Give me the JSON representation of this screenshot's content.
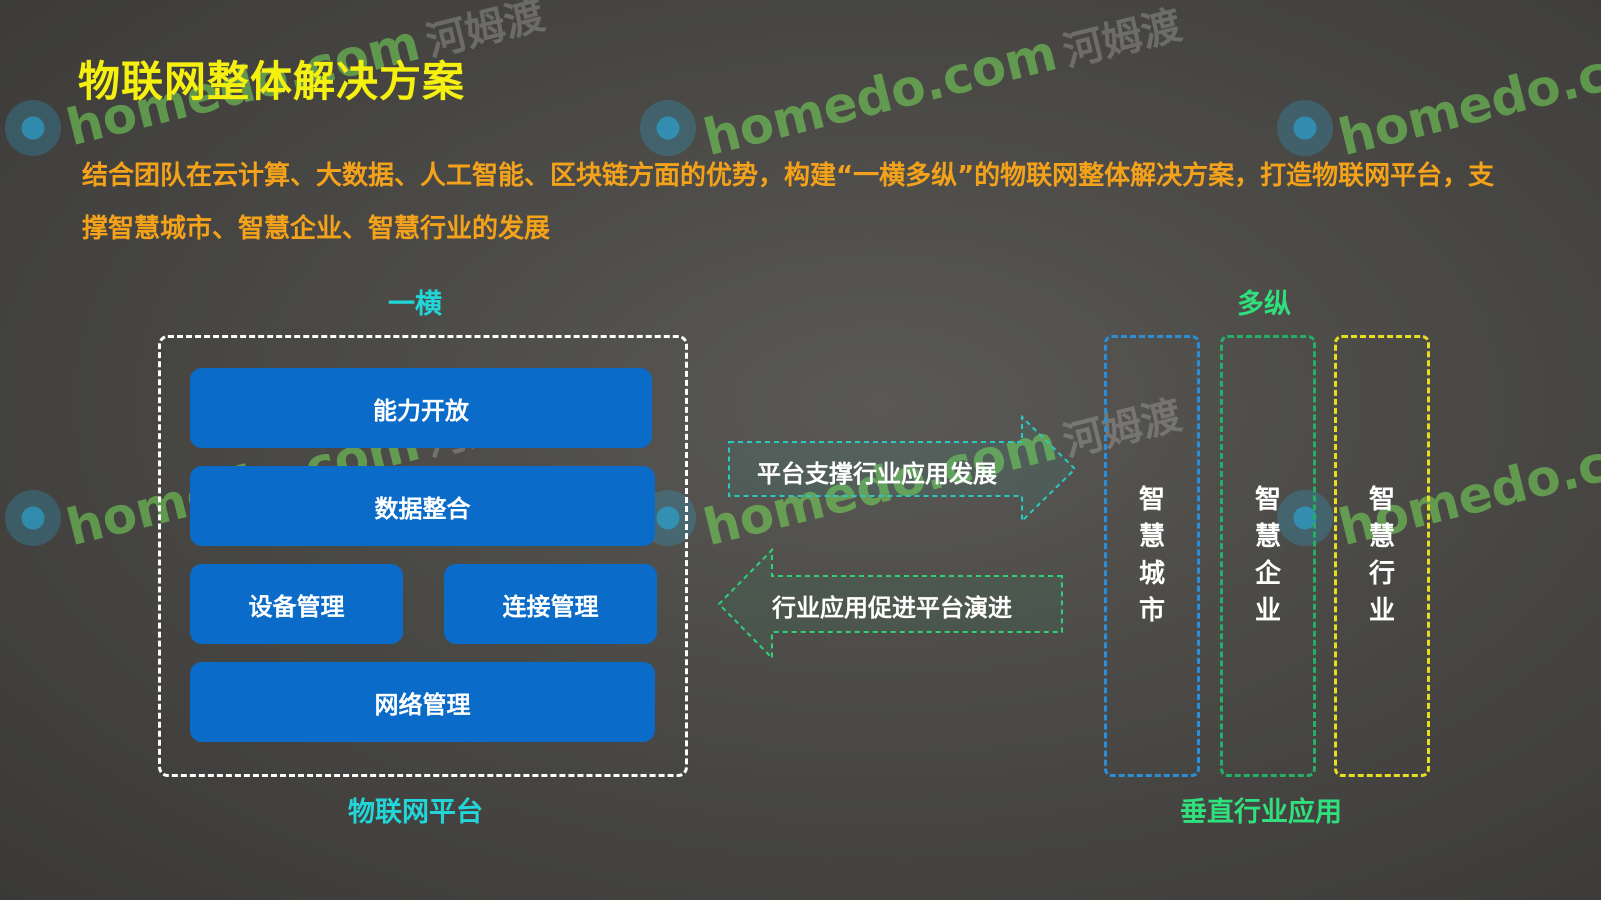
{
  "title": "物联网整体解决方案",
  "description": "结合团队在云计算、大数据、人工智能、区块链方面的优势，构建“一横多纵”的物联网整体解决方案，打造物联网平台，支撑智慧城市、智慧企业、智慧行业的发展",
  "left_section": {
    "heading": "一横",
    "caption": "物联网平台",
    "blocks": {
      "capability_open": "能力开放",
      "data_integration": "数据整合",
      "device_management": "设备管理",
      "connection_management": "连接管理",
      "network_management": "网络管理"
    }
  },
  "right_section": {
    "heading": "多纵",
    "caption": "垂直行业应用",
    "columns": [
      {
        "label": "智慧城市",
        "color": "#2a8fd8"
      },
      {
        "label": "智慧企业",
        "color": "#23b066"
      },
      {
        "label": "智慧行业",
        "color": "#e8de1f"
      }
    ]
  },
  "arrows": {
    "right_arrow_label": "平台支撑行业应用发展",
    "left_arrow_label": "行业应用促进平台演进"
  },
  "watermark": {
    "brand": "homedo.com",
    "cn": "河姆渡"
  }
}
